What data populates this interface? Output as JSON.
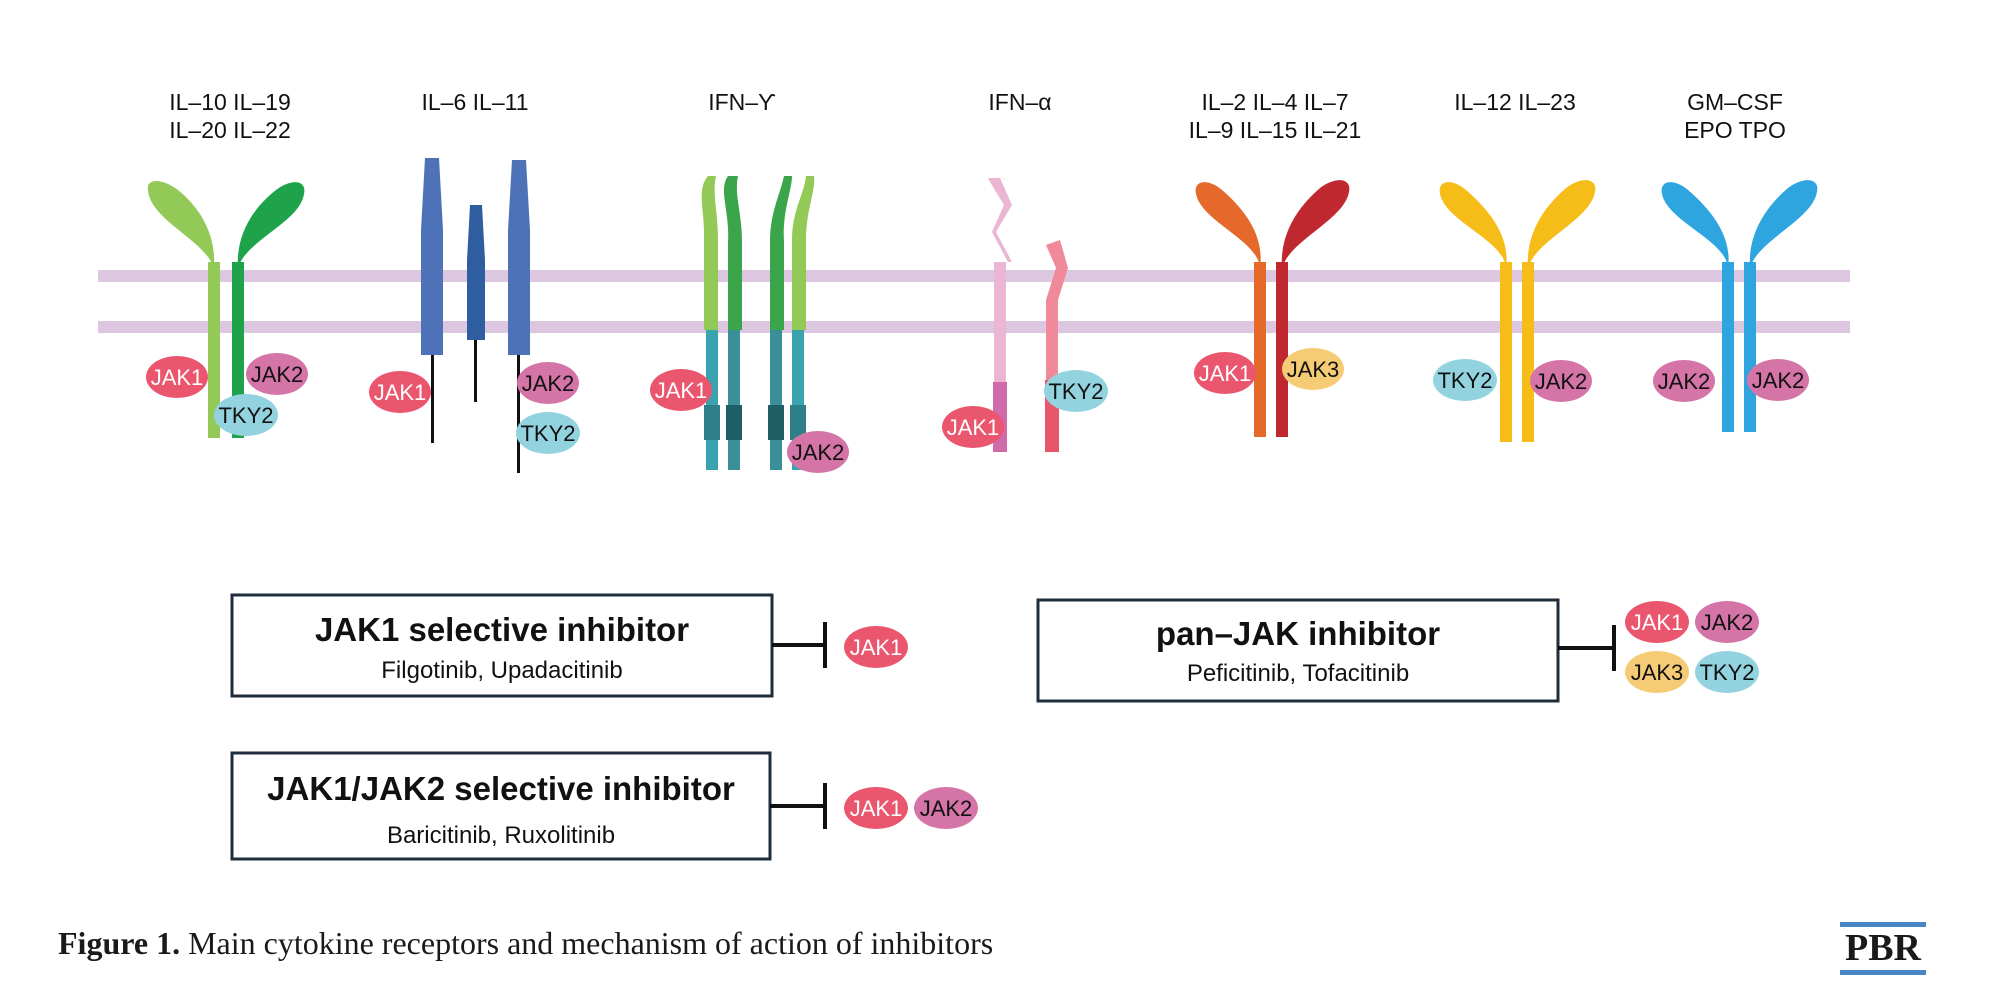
{
  "receptor_labels": {
    "il10": [
      "IL–10 IL–19",
      "IL–20 IL–22"
    ],
    "il6": [
      "IL–6 IL–11"
    ],
    "ifng": [
      "IFN–ϒ"
    ],
    "ifna": [
      "IFN–α"
    ],
    "il2": [
      "IL–2 IL–4 IL–7",
      "IL–9 IL–15 IL–21"
    ],
    "il12": [
      "IL–12 IL–23"
    ],
    "gmcsf": [
      "GM–CSF",
      "EPO TPO"
    ]
  },
  "kinases": {
    "jak1": "JAK1",
    "jak2": "JAK2",
    "jak3": "JAK3",
    "tky2": "TKY2"
  },
  "inhibitors": {
    "jak1_selective": {
      "title": "JAK1 selective inhibitor",
      "drugs": "Filgotinib, Upadacitinib"
    },
    "jak1_jak2_selective": {
      "title": "JAK1/JAK2 selective inhibitor",
      "drugs": "Baricitinib, Ruxolitinib"
    },
    "pan_jak": {
      "title": "pan–JAK inhibitor",
      "drugs": "Peficitinib, Tofacitinib"
    }
  },
  "caption": {
    "label": "Figure 1.",
    "text": " Main cytokine receptors and mechanism of action of inhibitors"
  },
  "logo": "PBR",
  "colors": {
    "membrane": "#dcc6e0",
    "jak1": "#e9566d",
    "jak2": "#d574a6",
    "jak3": "#f5cc75",
    "tky2": "#92d3df",
    "box_border": "#1f2d3d"
  }
}
